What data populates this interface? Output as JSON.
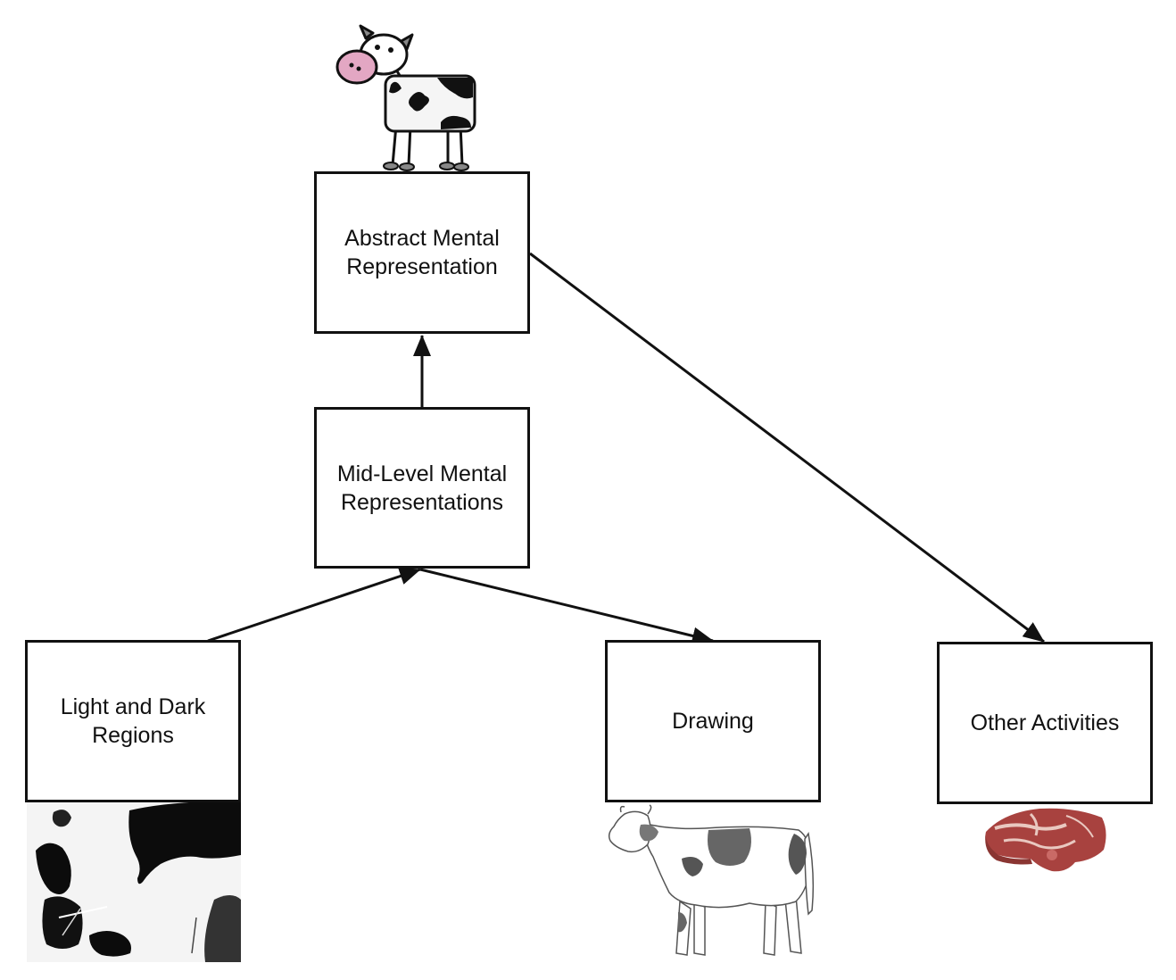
{
  "diagram": {
    "nodes": [
      {
        "id": "abstract",
        "label_line1": "Abstract Mental",
        "label_line2": "Representation",
        "illustration": "cartoon-cow"
      },
      {
        "id": "midlevel",
        "label_line1": "Mid-Level Mental",
        "label_line2": "Representations"
      },
      {
        "id": "lightdark",
        "label_line1": "Light and Dark",
        "label_line2": "Regions",
        "illustration": "high-contrast-cow-photo"
      },
      {
        "id": "drawing",
        "label_line1": "Drawing",
        "label_line2": "",
        "illustration": "sketched-cow"
      },
      {
        "id": "other",
        "label_line1": "Other Activities",
        "label_line2": "",
        "illustration": "raw-steak"
      }
    ],
    "edges": [
      {
        "from": "midlevel",
        "to": "abstract"
      },
      {
        "from": "lightdark",
        "to": "midlevel"
      },
      {
        "from": "midlevel",
        "to": "drawing"
      },
      {
        "from": "abstract",
        "to": "other"
      }
    ],
    "colors": {
      "stroke": "#111111",
      "cow_nose": "#e3a7c3",
      "steak": "#a8423f",
      "steak_fat": "#e9c8c0"
    }
  }
}
